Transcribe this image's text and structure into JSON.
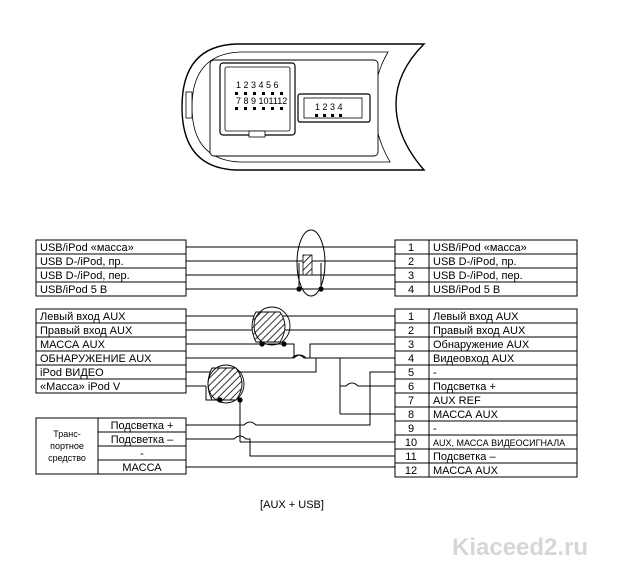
{
  "connector": {
    "main_pins": [
      "1",
      "2",
      "3",
      "4",
      "5",
      "6",
      "7",
      "8",
      "9",
      "10",
      "11",
      "12"
    ],
    "usb_pins": [
      "1",
      "2",
      "3",
      "4"
    ]
  },
  "usb_group": {
    "left": [
      "USB/iPod «масса»",
      "USB D-/iPod, пр.",
      "USB D-/iPod, пер.",
      "USB/iPod 5 В"
    ]
  },
  "aux_group": {
    "left": [
      "Левый вход AUX",
      "Правый вход AUX",
      "МАССА AUX",
      "ОБНАРУЖЕНИЕ AUX",
      "iPod ВИДЕО",
      "«Масса» iPod V"
    ]
  },
  "vehicle": {
    "label": "Транс-портное средство",
    "label_lines": [
      "Транс-",
      "портное",
      "средство"
    ],
    "rows": [
      "Подсветка +",
      "Подсветка –",
      "-",
      "МАССА"
    ]
  },
  "pins": [
    {
      "num": "1",
      "label": "USB/iPod «масса»"
    },
    {
      "num": "2",
      "label": "USB D-/iPod, пр."
    },
    {
      "num": "3",
      "label": "USB D-/iPod, пер."
    },
    {
      "num": "4",
      "label": "USB/iPod 5 В"
    },
    {
      "num": "1",
      "label": "Левый вход AUX"
    },
    {
      "num": "2",
      "label": "Правый вход AUX"
    },
    {
      "num": "3",
      "label": "Обнаружение AUX"
    },
    {
      "num": "4",
      "label": "Видеовход AUX"
    },
    {
      "num": "5",
      "label": "-"
    },
    {
      "num": "6",
      "label": "Подсветка +"
    },
    {
      "num": "7",
      "label": "AUX REF"
    },
    {
      "num": "8",
      "label": "МАССА AUX"
    },
    {
      "num": "9",
      "label": "-"
    },
    {
      "num": "10",
      "label": "AUX, МАССА ВИДЕОСИГНАЛА"
    },
    {
      "num": "11",
      "label": "Подсветка –"
    },
    {
      "num": "12",
      "label": "МАССА AUX"
    }
  ],
  "caption": "[AUX + USB]",
  "watermark": "Kiaceed2.ru"
}
